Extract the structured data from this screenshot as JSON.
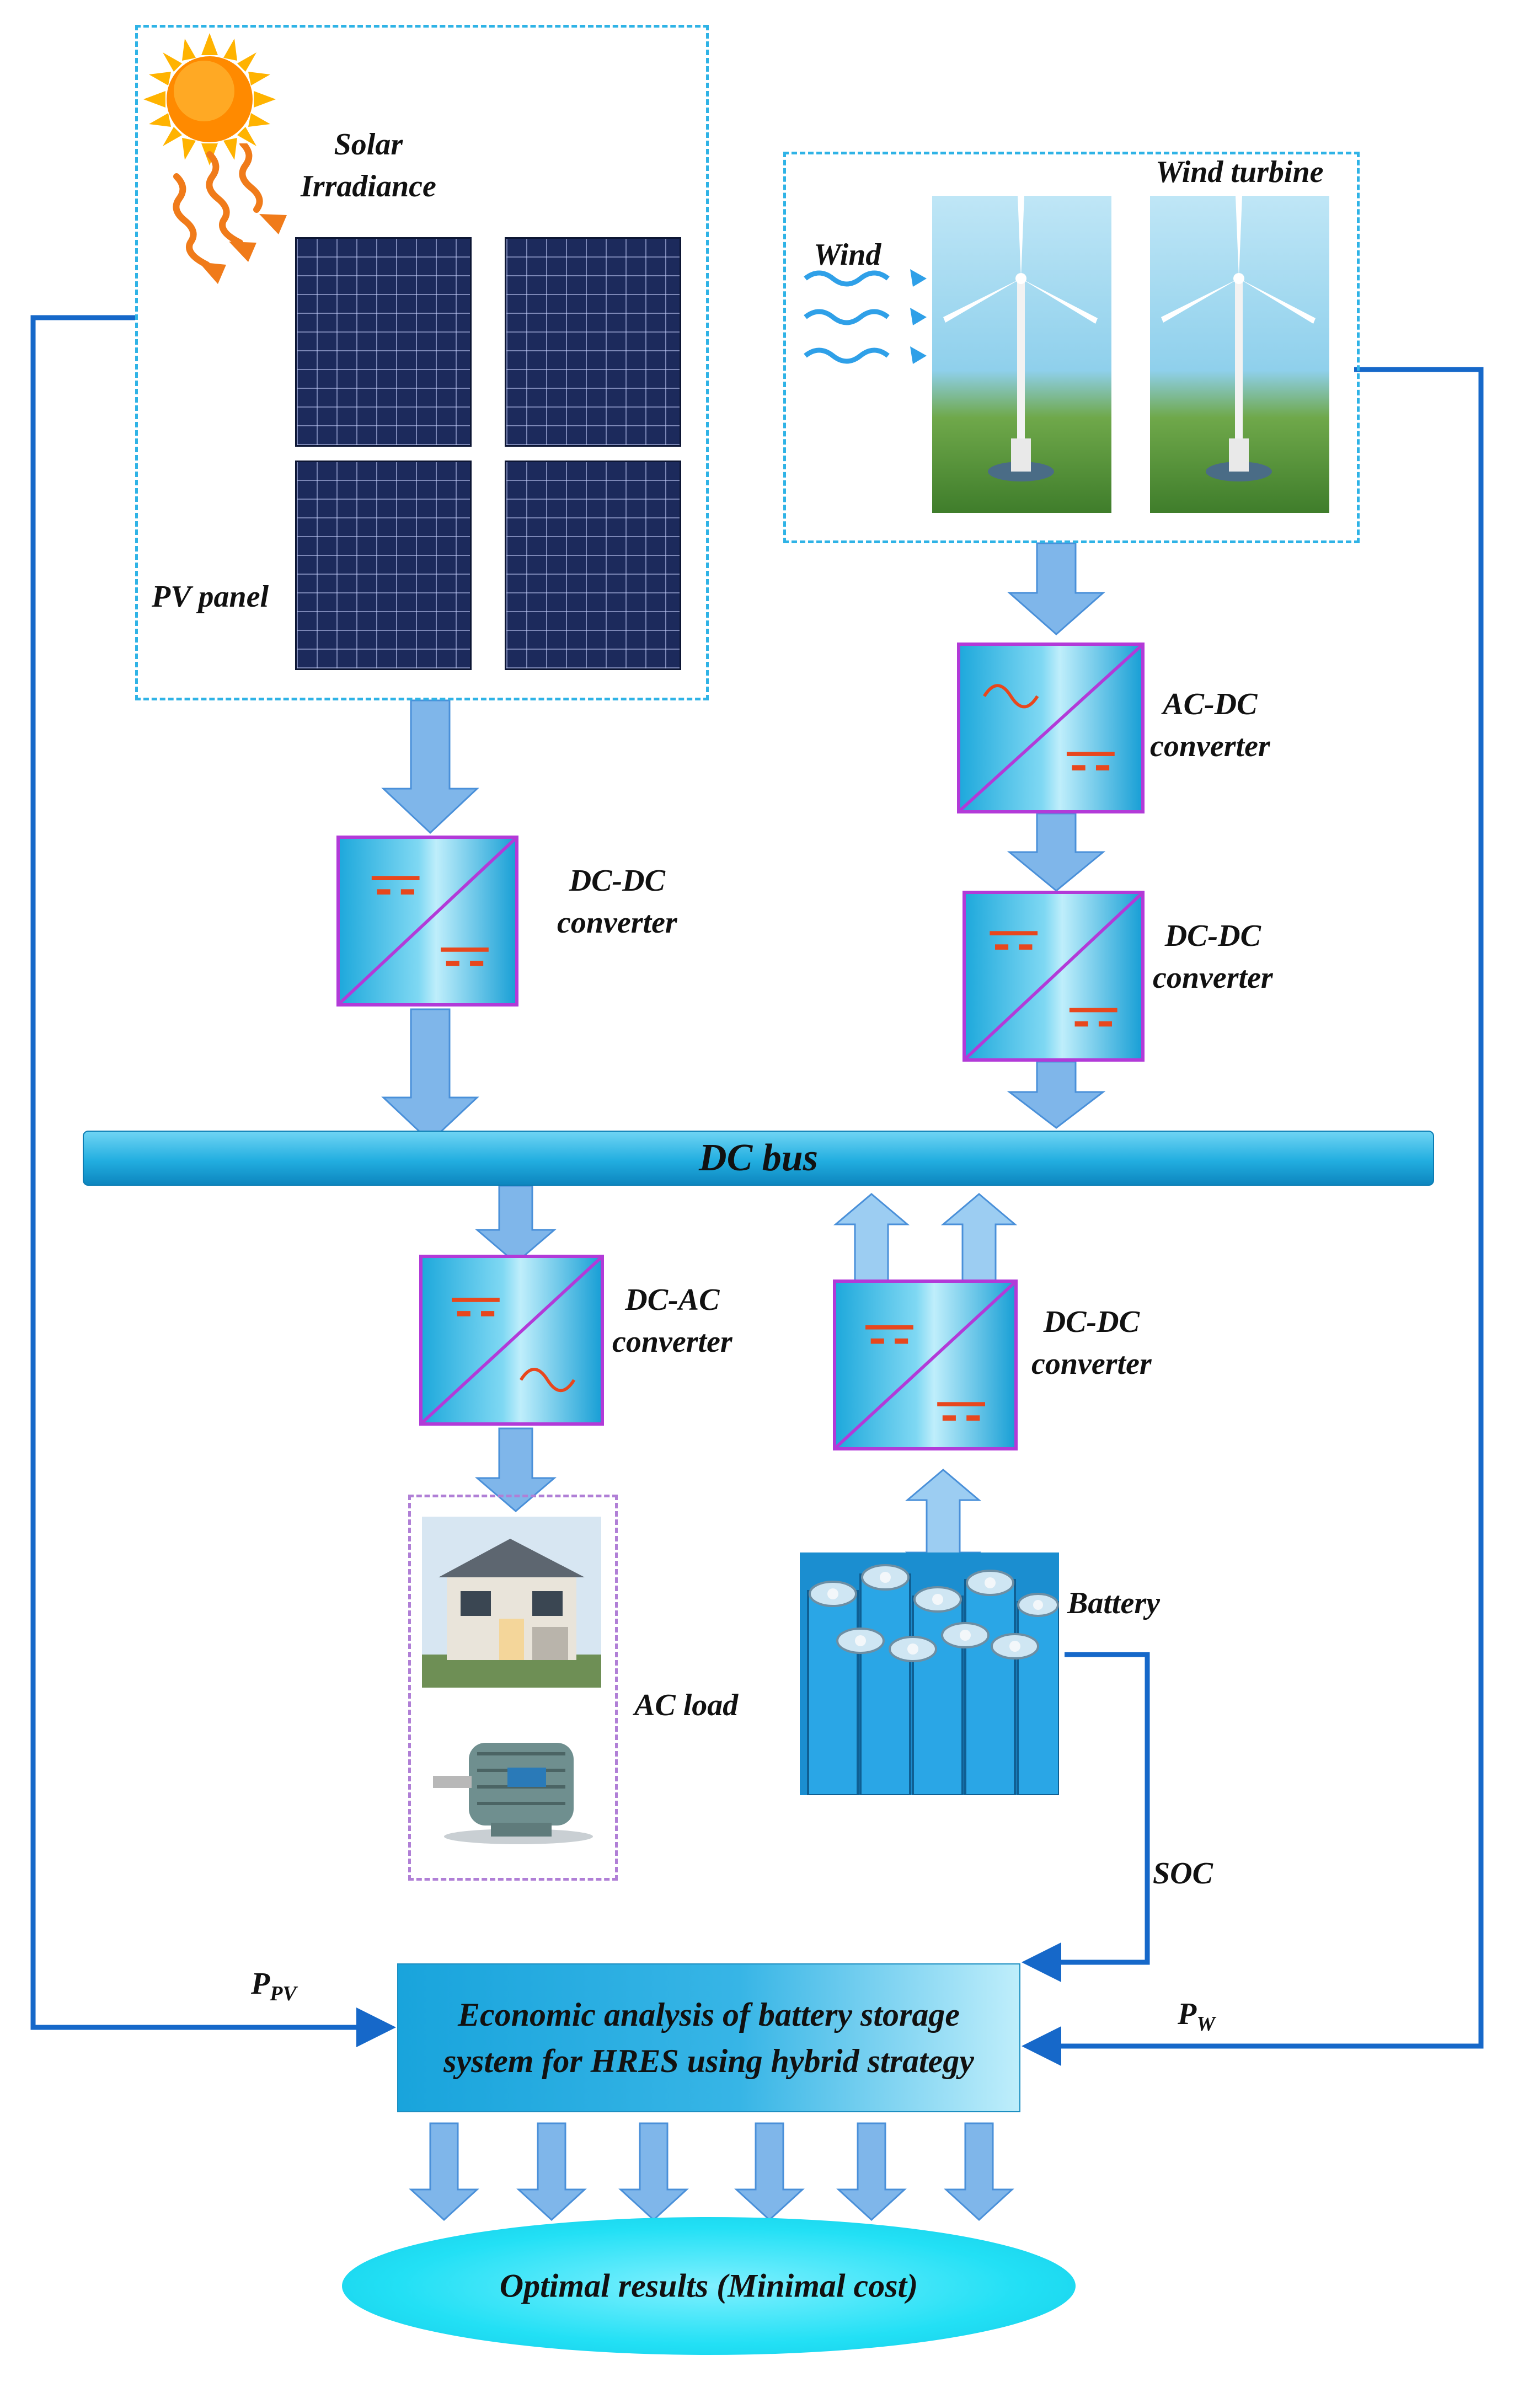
{
  "labels": {
    "solar": "Solar\nIrradiance",
    "pv_panel": "PV panel",
    "wind": "Wind",
    "wind_turbine": "Wind turbine",
    "acdc": "AC-DC\nconverter",
    "dcdc_pv": "DC-DC\nconverter",
    "dcdc_wind": "DC-DC\nconverter",
    "dc_bus": "DC bus",
    "dcac": "DC-AC\nconverter",
    "dcdc_batt": "DC-DC\nconverter",
    "battery": "Battery",
    "ac_load": "AC load",
    "soc": "SOC",
    "p_pv": "P",
    "p_pv_sub": "PV",
    "p_w": "P",
    "p_w_sub": "W",
    "economic": "Economic analysis of battery storage\nsystem for HRES using hybrid strategy",
    "optimal": "Optimal results (Minimal cost)"
  },
  "colors": {
    "line_blue": "#1668c9",
    "arrow_fill": "#7fb6ea",
    "dashed_border": "#2fb3e6",
    "converter_border": "#b23ad8",
    "converter_symbol": "#e8471d"
  }
}
